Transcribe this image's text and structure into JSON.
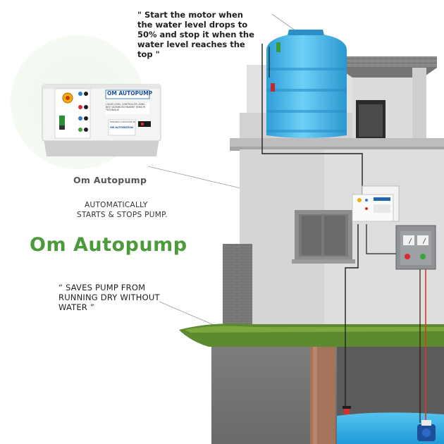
{
  "captions": {
    "tank_rule": "\" Start the motor when the water level drops to 50% and stop it when the water level reaches the top \"",
    "dry_run": "“ SAVES PUMP FROM RUNNING DRY WITHOUT WATER ”"
  },
  "product": {
    "label": "Om Autopump",
    "tagline_line1": "AUTOMATICALLY",
    "tagline_line2": "STARTS & STOPS PUMP.",
    "brand_title": "Om Autopump"
  },
  "device": {
    "panel_title": "OM AUTOPUMP",
    "panel_subtitle": "LIQUID LEVEL CONTROLLER USING BEST ADVANCED MAGNET SENSOR TECHNIQUE",
    "maker_line": "DESIGNED & PRODUCED BY",
    "maker_name": "OM AUTOMATION"
  },
  "colors": {
    "brand_green": "#4c9a3c",
    "tank_blue": "#3fb4ea",
    "water_blue": "#2aaee6",
    "grass_green": "#5d8a2e",
    "wall_gray": "#d8d8d8",
    "roof_gray": "#8c8c8c"
  }
}
